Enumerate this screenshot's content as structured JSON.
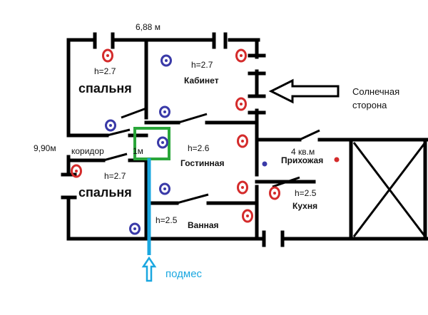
{
  "plan": {
    "dimensions": {
      "width": "6,88 м",
      "height": "9,90м"
    },
    "rooms": {
      "bedroom_top": {
        "height": "h=2.7",
        "name": "спальня"
      },
      "office": {
        "height": "h=2.7",
        "name": "Кабинет"
      },
      "corridor": {
        "name": "коридор"
      },
      "corridor_small": {
        "name": "1м"
      },
      "living": {
        "height": "h=2.6",
        "name": "Гостинная"
      },
      "bedroom_bottom": {
        "height": "h=2.7",
        "name": "спальня"
      },
      "bathroom": {
        "height": "h=2.5",
        "name": "Ванная"
      },
      "hallway": {
        "area": "4 кв.м",
        "name": "Прихожая"
      },
      "kitchen": {
        "height": "h=2.5",
        "name": "Кухня"
      }
    },
    "sunny_side": {
      "line1": "Солнечная",
      "line2": "сторона"
    },
    "inflow": {
      "label": "подмес"
    },
    "colors": {
      "hot": "#d42b2b",
      "cold": "#3a3aa8",
      "highlight": "#2aa63a",
      "inflow": "#1aa7e0",
      "wall": "#000000"
    }
  }
}
